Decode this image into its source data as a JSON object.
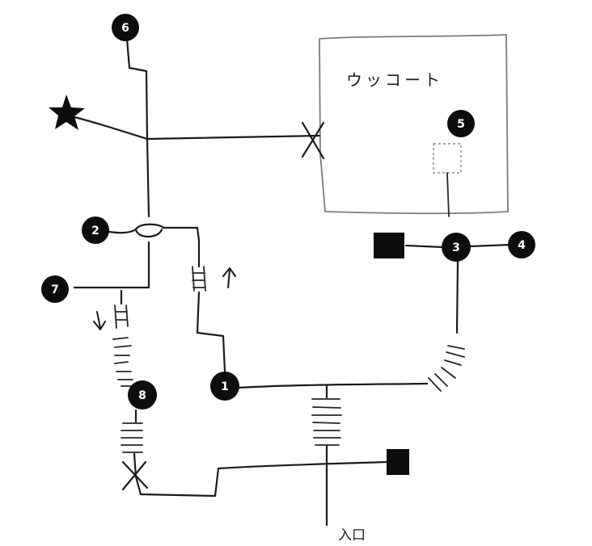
{
  "map": {
    "room_label": "ウッコート",
    "entrance_label": "入口",
    "ink_color": "#1b1b1b",
    "room_color": "#7a7a7a"
  },
  "markers": [
    {
      "id": "1",
      "label": "1"
    },
    {
      "id": "2",
      "label": "2"
    },
    {
      "id": "3",
      "label": "3"
    },
    {
      "id": "4",
      "label": "4"
    },
    {
      "id": "5",
      "label": "5"
    },
    {
      "id": "6",
      "label": "6"
    },
    {
      "id": "7",
      "label": "7"
    },
    {
      "id": "8",
      "label": "8"
    }
  ],
  "symbols": {
    "star": "star-icon",
    "cross": "cross-icon",
    "square": "black-square-icon",
    "ladder": "ladder-icon",
    "stairs": "stairs-icon",
    "arrow_up": "arrow-up-icon",
    "arrow_down": "arrow-down-icon"
  }
}
